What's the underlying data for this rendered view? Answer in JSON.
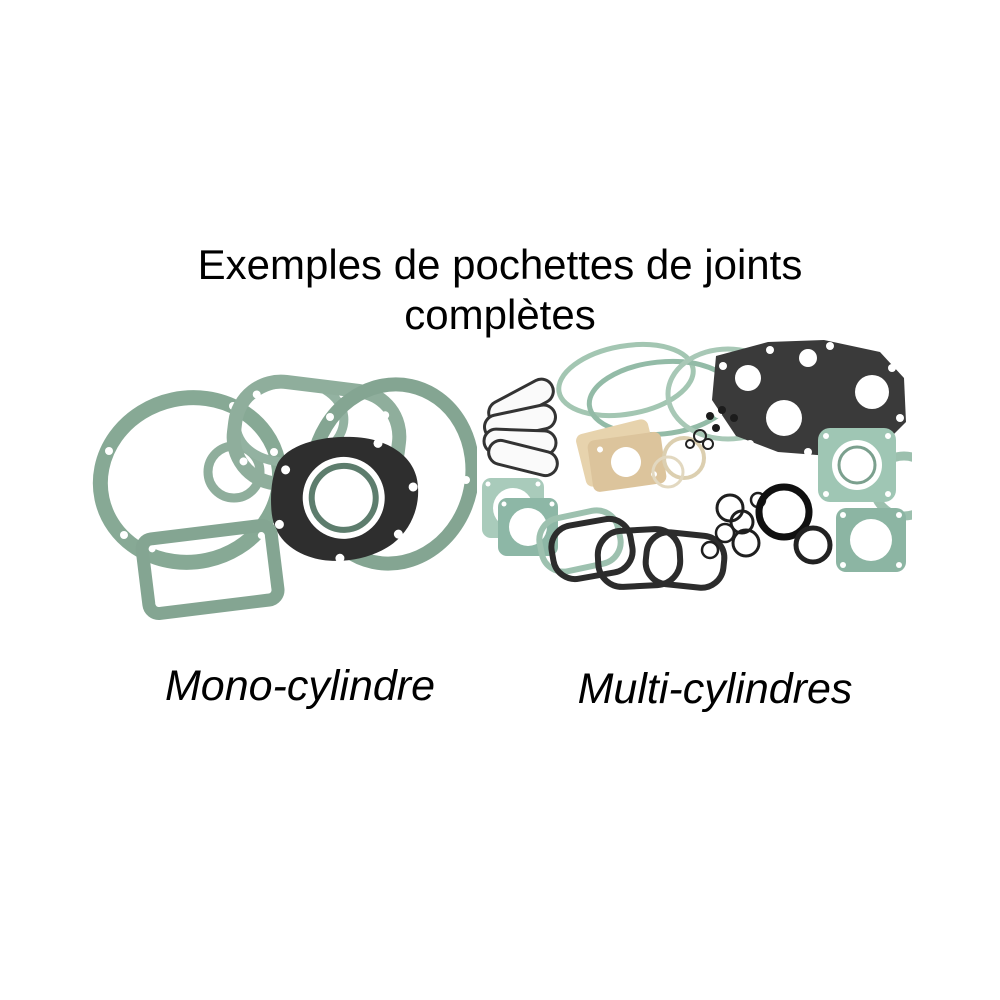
{
  "title": {
    "line1": "Exemples de pochettes de joints",
    "line2": "complètes"
  },
  "labels": {
    "left": "Mono-cylindre",
    "right": "Multi-cylindres"
  },
  "colors": {
    "background": "#ffffff",
    "text": "#000000",
    "gasket_green": "#87a995",
    "gasket_teal": "#9fc6b4",
    "gasket_dark": "#2e2e2e",
    "gasket_beige": "#dcc49c",
    "o_ring_black": "#1f1f1f"
  }
}
